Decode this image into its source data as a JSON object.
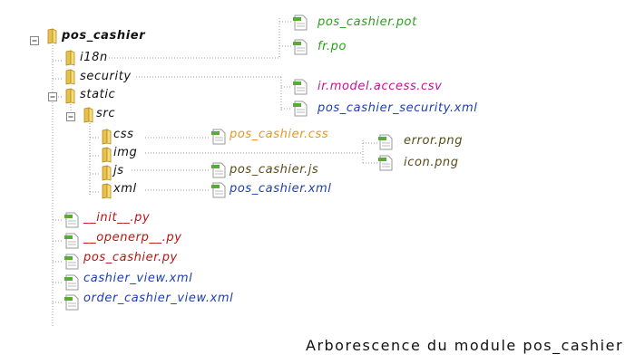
{
  "tree": {
    "root": "pos_cashier",
    "i18n": "i18n",
    "security": "security",
    "static": "static",
    "src": "src",
    "css": "css",
    "img": "img",
    "js": "js",
    "xml": "xml"
  },
  "files": {
    "pot": "pos_cashier.pot",
    "frpo": "fr.po",
    "access": "ir.model.access.csv",
    "security_xml": "pos_cashier_security.xml",
    "css_file": "pos_cashier.css",
    "error_png": "error.png",
    "icon_png": "icon.png",
    "js_file": "pos_cashier.js",
    "xml_file": "pos_cashier.xml",
    "init": "__init__.py",
    "openerp": "__openerp__.py",
    "py": "pos_cashier.py",
    "view": "cashier_view.xml",
    "order_view": "order_cashier_view.xml"
  },
  "caption": "Arborescence du module pos_cashier",
  "colors": {
    "green": "#2aa01e",
    "magenta": "#c0139a",
    "blue": "#1c3fb0",
    "orange": "#e8961c",
    "brown": "#5a4a1a",
    "red": "#c01010"
  },
  "icons": {
    "folder": "folder-icon",
    "file": "file-icon",
    "collapse": "minus-box-icon"
  }
}
